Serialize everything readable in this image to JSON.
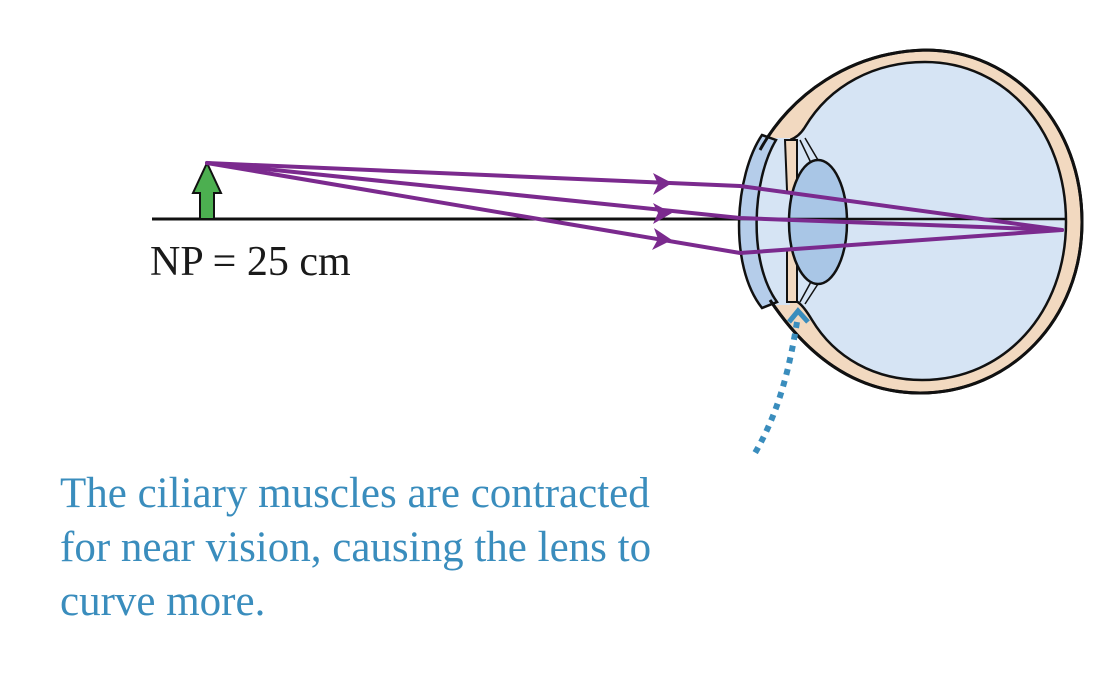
{
  "diagram": {
    "object_label": "NP = 25 cm",
    "caption_lines": [
      "The ciliary muscles are contracted",
      "for near vision, causing the lens to",
      "curve more."
    ],
    "elements": {
      "object": "green-upright-arrow",
      "optical_axis": "black-horizontal-line",
      "rays": 3,
      "focus_point": "retina"
    },
    "colors": {
      "ray": "#7b2a8e",
      "object_arrow": "#4caf50",
      "sclera": "#f2d9c0",
      "vitreous": "#d6e4f4",
      "lens": "#a9c6e6",
      "cornea": "#b5cdea",
      "caption": "#3a8dbd",
      "annotation_arrow": "#3a8dbd"
    }
  }
}
